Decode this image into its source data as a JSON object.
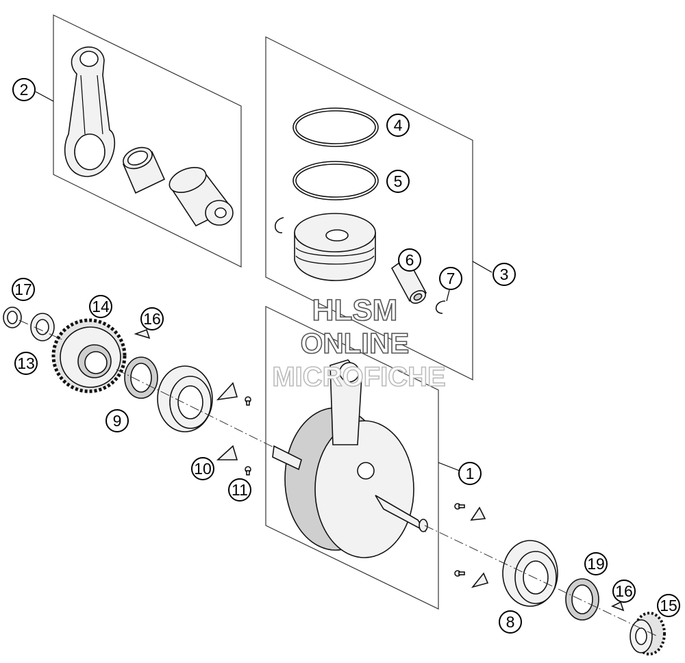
{
  "callouts": [
    {
      "label": "1"
    },
    {
      "label": "2"
    },
    {
      "label": "3"
    },
    {
      "label": "4"
    },
    {
      "label": "5"
    },
    {
      "label": "6"
    },
    {
      "label": "7"
    },
    {
      "label": "8"
    },
    {
      "label": "9"
    },
    {
      "label": "10"
    },
    {
      "label": "11"
    },
    {
      "label": "13"
    },
    {
      "label": "14"
    },
    {
      "label": "15"
    },
    {
      "label": "16"
    },
    {
      "label": "16"
    },
    {
      "label": "17"
    },
    {
      "label": "19"
    }
  ],
  "watermark": {
    "line1": "HLSM",
    "line2": "ONLINE",
    "line3": "MICROFICHE"
  }
}
